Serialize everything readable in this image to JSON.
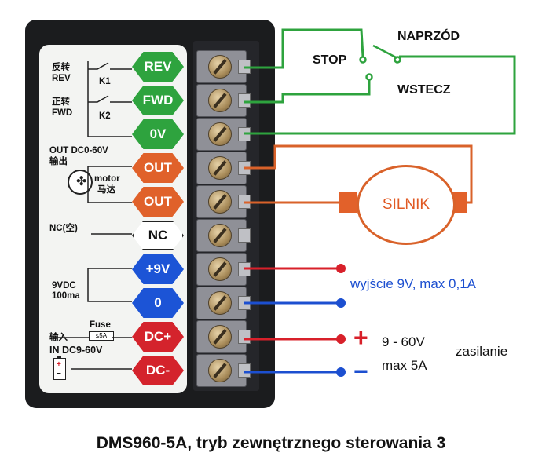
{
  "colors": {
    "green": "#2ea33e",
    "orange": "#d9622a",
    "red": "#d8202a",
    "blue": "#1c4fd0",
    "white_badge": "#ffffff"
  },
  "terminals": [
    {
      "label": "REV",
      "color": "#2ea33e",
      "text_color": "#ffffff"
    },
    {
      "label": "FWD",
      "color": "#2ea33e",
      "text_color": "#ffffff"
    },
    {
      "label": "0V",
      "color": "#2ea33e",
      "text_color": "#ffffff"
    },
    {
      "label": "OUT",
      "color": "#e0612a",
      "text_color": "#ffffff"
    },
    {
      "label": "OUT",
      "color": "#e0612a",
      "text_color": "#ffffff"
    },
    {
      "label": "NC",
      "color": "#ffffff",
      "text_color": "#111111"
    },
    {
      "label": "+9V",
      "color": "#1c54d6",
      "text_color": "#ffffff"
    },
    {
      "label": "0",
      "color": "#1c54d6",
      "text_color": "#ffffff"
    },
    {
      "label": "DC+",
      "color": "#d4232c",
      "text_color": "#ffffff"
    },
    {
      "label": "DC-",
      "color": "#d4232c",
      "text_color": "#ffffff"
    }
  ],
  "panel_labels": {
    "rev_cn": "反转",
    "rev_en": "REV",
    "k1": "K1",
    "fwd_cn": "正转",
    "fwd_en": "FWD",
    "k2": "K2",
    "out_range": "OUT DC0-60V",
    "out_cn": "输出",
    "motor_en": "motor",
    "motor_cn": "马达",
    "nc": "NC(空)",
    "vdc": "9VDC",
    "ma": "100ma",
    "fuse": "Fuse",
    "fuse_rating": "≤5A",
    "input_cn": "输入",
    "input_range": "IN DC9-60V",
    "batt_plus": "+",
    "batt_minus": "−"
  },
  "switch": {
    "forward": "NAPRZÓD",
    "stop": "STOP",
    "reverse": "WSTECZ"
  },
  "motor_label": "SILNIK",
  "notes": {
    "output_9v": "wyjście 9V, max 0,1A",
    "plus_sign": "+",
    "voltage": "9 - 60V",
    "supply": "zasilanie",
    "minus_sign": "−",
    "current": "max 5A"
  },
  "caption": "DMS960-5A,  tryb zewnętrznego sterowania 3"
}
